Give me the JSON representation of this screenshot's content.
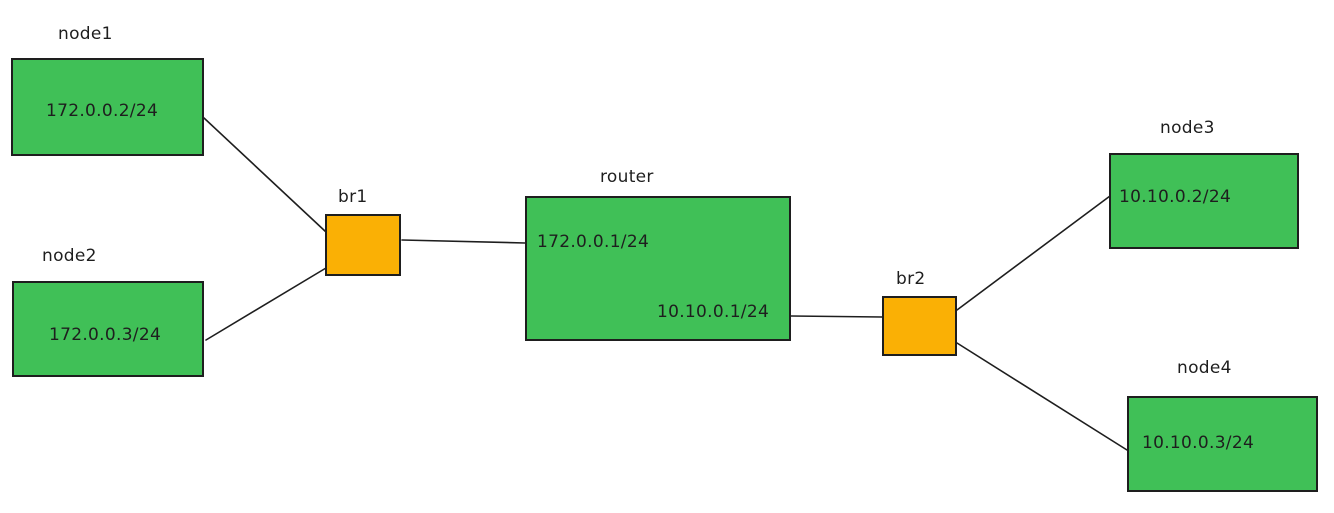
{
  "colors": {
    "node_fill": "#40c057",
    "bridge_fill": "#fab005",
    "stroke": "#1e1e1e"
  },
  "nodes": {
    "node1": {
      "label": "node1",
      "ip": "172.0.0.2/24"
    },
    "node2": {
      "label": "node2",
      "ip": "172.0.0.3/24"
    },
    "node3": {
      "label": "node3",
      "ip": "10.10.0.2/24"
    },
    "node4": {
      "label": "node4",
      "ip": "10.10.0.3/24"
    }
  },
  "router": {
    "label": "router",
    "ip_left": "172.0.0.1/24",
    "ip_right": "10.10.0.1/24"
  },
  "bridges": {
    "br1": {
      "label": "br1"
    },
    "br2": {
      "label": "br2"
    }
  },
  "links": [
    {
      "from": "node1",
      "to": "br1"
    },
    {
      "from": "node2",
      "to": "br1"
    },
    {
      "from": "br1",
      "to": "router"
    },
    {
      "from": "router",
      "to": "br2"
    },
    {
      "from": "br2",
      "to": "node3"
    },
    {
      "from": "br2",
      "to": "node4"
    }
  ]
}
